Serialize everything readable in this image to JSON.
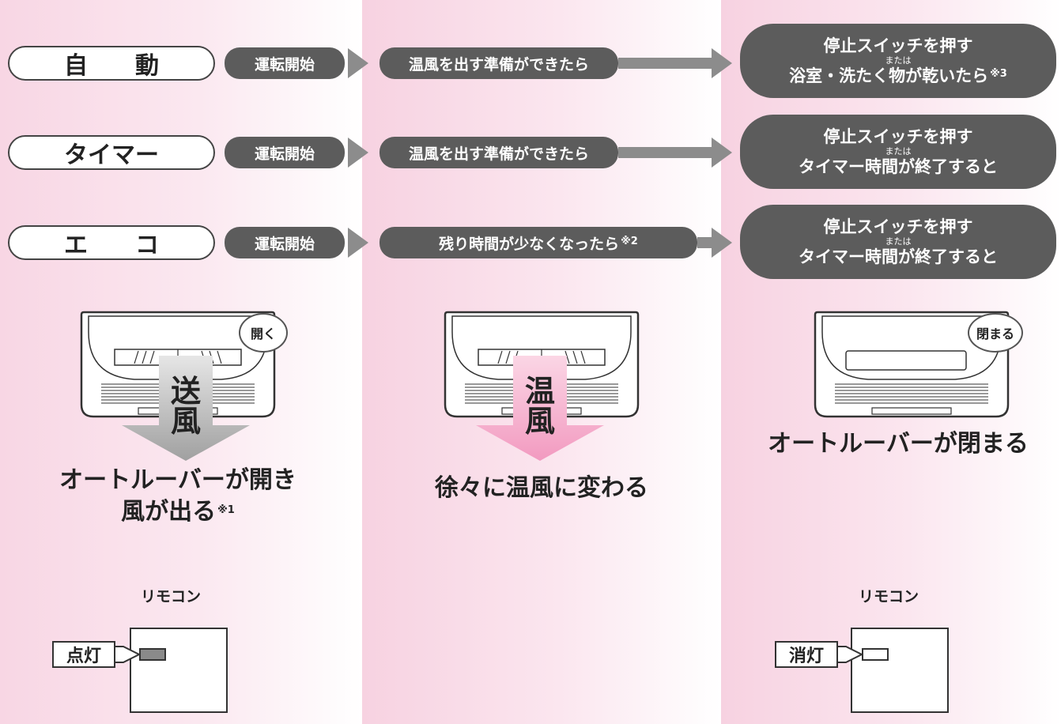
{
  "modes": [
    {
      "name": "自　　動",
      "start": "運転開始",
      "transition": "温風を出す準備ができたら",
      "end_line1": "停止スイッチを押す",
      "or": "または",
      "end_line2": "浴室・洗たく物が乾いたら",
      "end_note": "※3"
    },
    {
      "name": "タイマー",
      "start": "運転開始",
      "transition": "温風を出す準備ができたら",
      "end_line1": "停止スイッチを押す",
      "or": "または",
      "end_line2": "タイマー時間が終了すると"
    },
    {
      "name": "エ　　コ",
      "start": "運転開始",
      "transition": "残り時間が少なくなったら",
      "transition_note": "※2",
      "end_line1": "停止スイッチを押す",
      "or": "または",
      "end_line2": "タイマー時間が終了すると"
    }
  ],
  "stages": [
    {
      "bubble": "開く",
      "arrow_text": [
        "送",
        "風"
      ],
      "arrow_color": "#a8a8a8",
      "caption_line1": "オートルーバーが開き",
      "caption_line2": "風が出る",
      "caption_note": "※1"
    },
    {
      "arrow_text": [
        "温",
        "風"
      ],
      "arrow_color": "#f4a6c6",
      "caption_line1": "徐々に温風に変わる"
    },
    {
      "bubble": "閉まる",
      "caption_line1": "オートルーバーが閉まる"
    }
  ],
  "remote": [
    {
      "label": "リモコン",
      "lamp_tag": "点灯",
      "lamp_on": true
    },
    {
      "label": "リモコン",
      "lamp_tag": "消灯",
      "lamp_on": false
    }
  ]
}
